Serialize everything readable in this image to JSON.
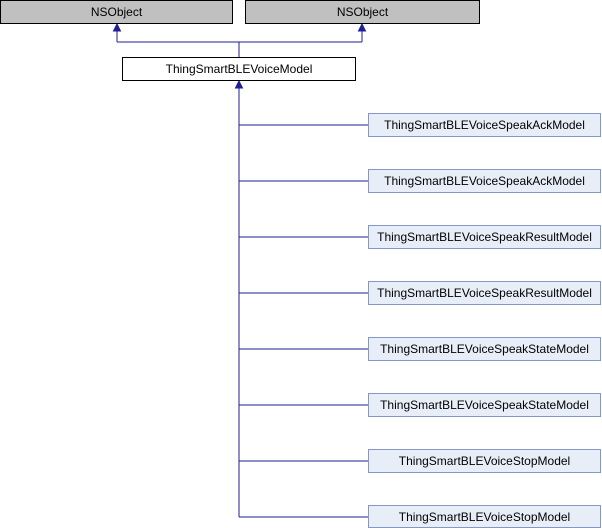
{
  "colors": {
    "base_fill": "#c0c0c0",
    "base_border": "#000000",
    "class_fill": "#ffffff",
    "class_border": "#000000",
    "derived_fill": "#e8eef8",
    "derived_border": "#8497c5",
    "edge": "#1e1e96"
  },
  "nodes": {
    "base_left": "NSObject",
    "base_right": "NSObject",
    "main_class": "ThingSmartBLEVoiceModel",
    "derived": [
      "ThingSmartBLEVoiceSpeakAckModel",
      "ThingSmartBLEVoiceSpeakAckModel",
      "ThingSmartBLEVoiceSpeakResultModel",
      "ThingSmartBLEVoiceSpeakResultModel",
      "ThingSmartBLEVoiceSpeakStateModel",
      "ThingSmartBLEVoiceSpeakStateModel",
      "ThingSmartBLEVoiceStopModel",
      "ThingSmartBLEVoiceStopModel"
    ]
  }
}
